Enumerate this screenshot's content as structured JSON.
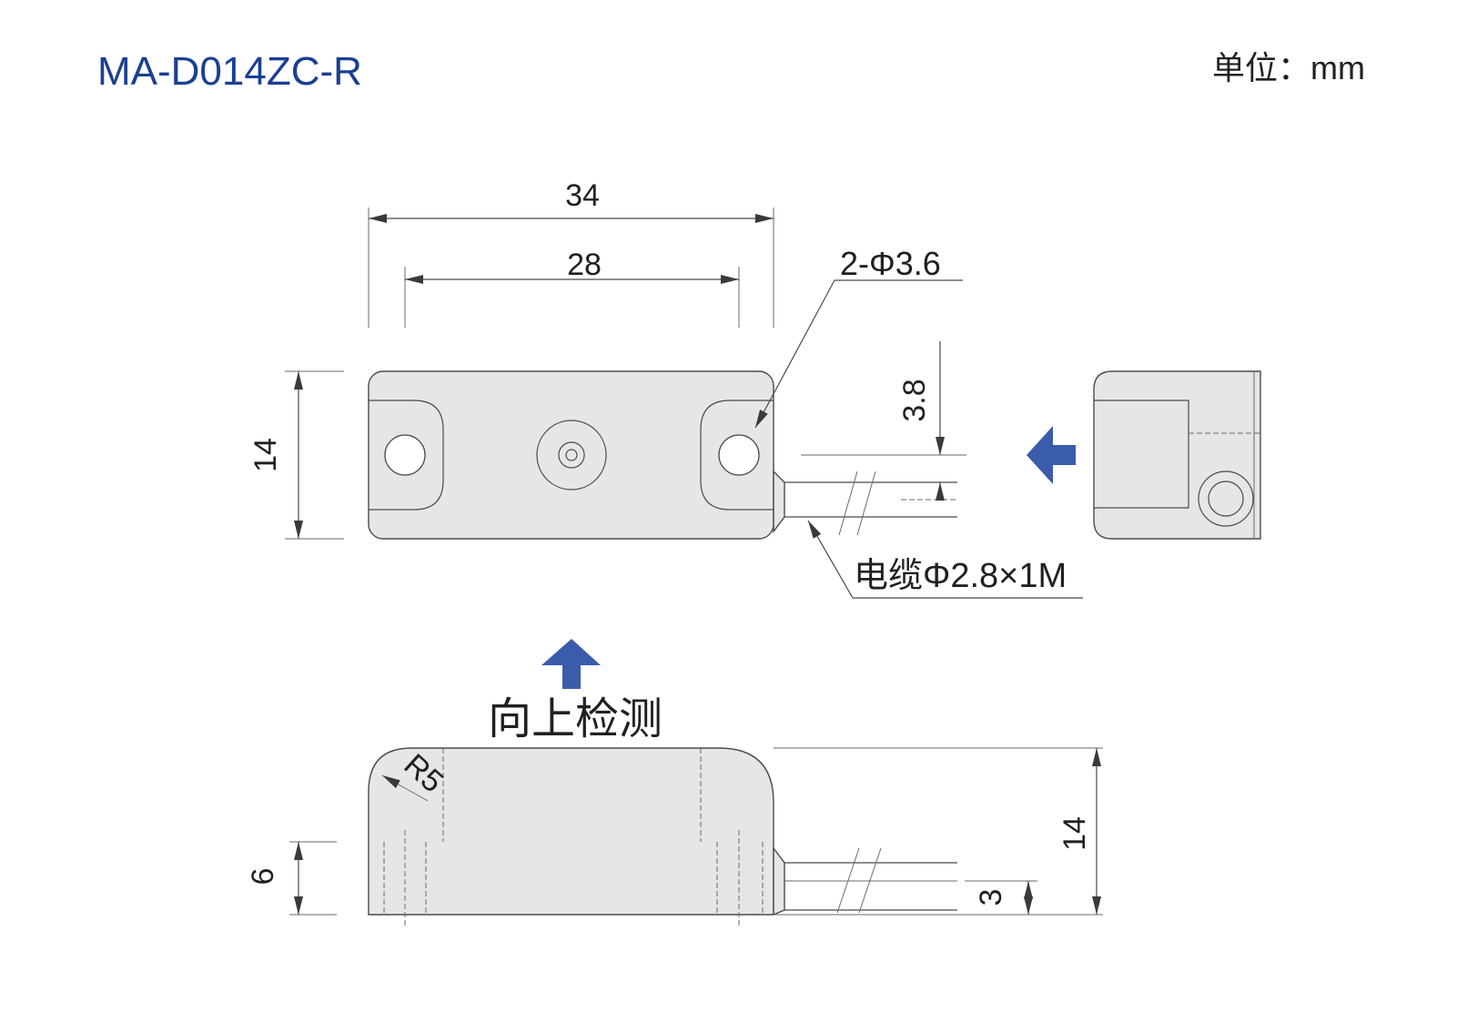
{
  "header": {
    "title": "MA-D014ZC-R",
    "unit": "单位：mm"
  },
  "top_view": {
    "width_overall": "34",
    "hole_spacing": "28",
    "height": "14",
    "hole_callout": "2-Φ3.6",
    "cable_offset": "3.8",
    "cable_callout": "电缆Φ2.8×1M"
  },
  "front_view": {
    "detect_label": "向上检测",
    "corner_radius": "R5",
    "height": "14",
    "mount_height": "6",
    "cable_height": "3"
  },
  "colors": {
    "title": "#1b3f94",
    "arrow": "#3b5bab",
    "body_fill": "#e6e6e6",
    "line": "#4a4a4a"
  },
  "icons": {
    "side_direction": "arrow-left-icon",
    "detect_direction": "arrow-up-icon"
  }
}
